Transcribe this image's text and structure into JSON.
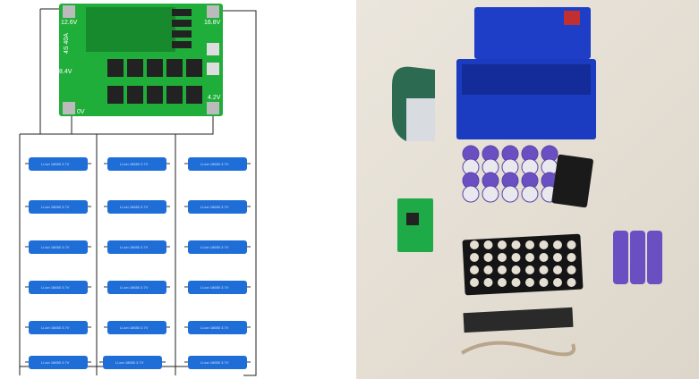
{
  "diagram": {
    "bms_board": {
      "model_label": "4S 40A",
      "terminals": [
        "12.6V",
        "16.8V",
        "8.4V",
        "4.2V",
        "0V"
      ]
    },
    "battery_label": "Li-ion 18650 3.7V",
    "battery_grid": {
      "rows": 6,
      "columns": 3
    }
  },
  "photo": {
    "items": [
      "battery-box",
      "heat-shrink-film",
      "cell-pack",
      "bms-board",
      "cell-holder",
      "purple-cells",
      "nickel-strip",
      "wire"
    ]
  },
  "colors": {
    "pcb": "#1fae3a",
    "battery": "#1f6ed8",
    "box": "#1b3fc4",
    "cell": "#6a4fc2"
  }
}
